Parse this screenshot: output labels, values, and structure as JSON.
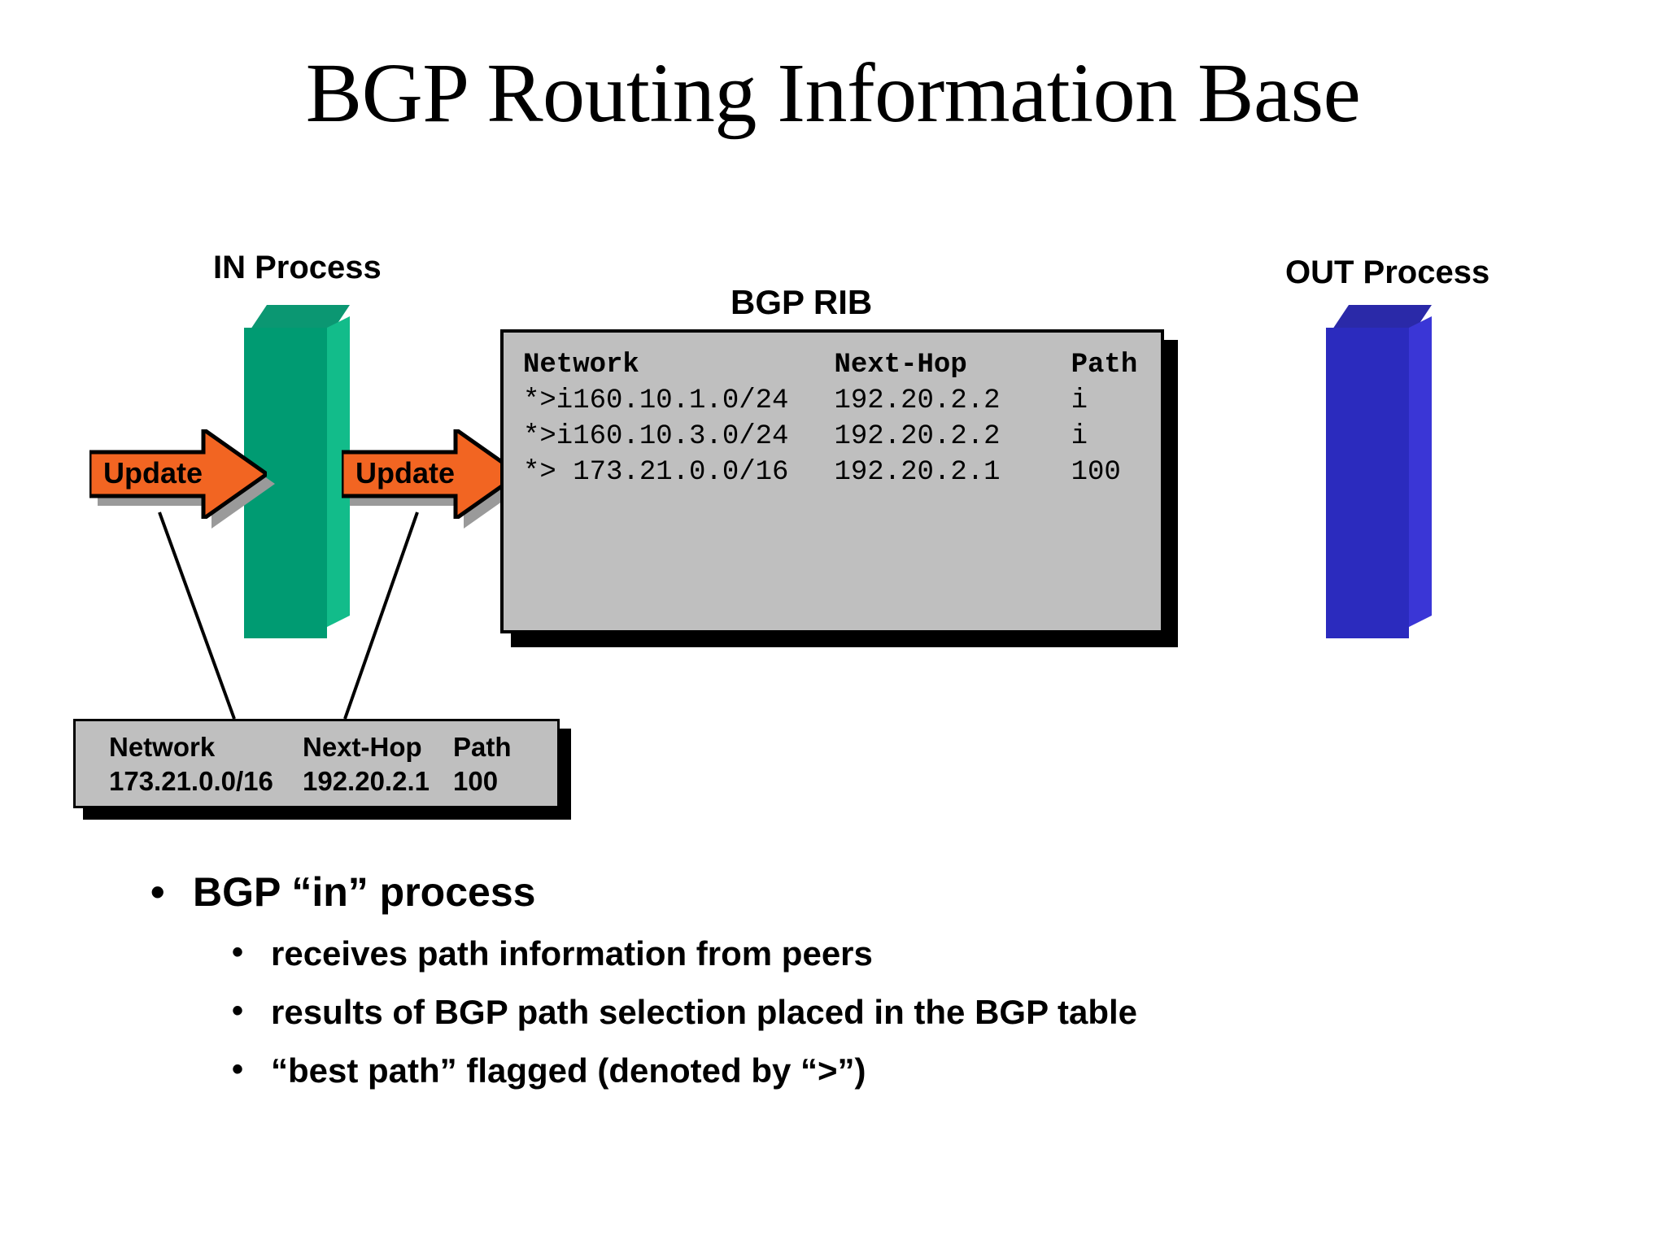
{
  "title": "BGP Routing Information Base",
  "diagram": {
    "in_process_label": "IN Process",
    "out_process_label": "OUT Process",
    "rib_label": "BGP RIB",
    "arrow_1_label": "Update",
    "arrow_2_label": "Update",
    "in_block_color": "#009B72",
    "out_block_color": "#2B2BBE",
    "arrow_color": "#F26522",
    "panel_color": "#BFBFBF"
  },
  "rib_table": {
    "headers": [
      "Network",
      "Next-Hop",
      "Path"
    ],
    "rows": [
      [
        "*>i160.10.1.0/24",
        "192.20.2.2",
        "i"
      ],
      [
        "*>i160.10.3.0/24",
        "192.20.2.2",
        "i"
      ],
      [
        "*> 173.21.0.0/16",
        "192.20.2.1",
        "100"
      ]
    ]
  },
  "update_table": {
    "headers": [
      "Network",
      "Next-Hop",
      "Path"
    ],
    "rows": [
      [
        "173.21.0.0/16",
        "192.20.2.1",
        "100"
      ]
    ]
  },
  "bullets": {
    "main": "BGP “in” process",
    "sub": [
      "receives path information from peers",
      "results of BGP path selection placed in the BGP table",
      "“best path” flagged (denoted by “>”)"
    ],
    "marker": "•"
  }
}
